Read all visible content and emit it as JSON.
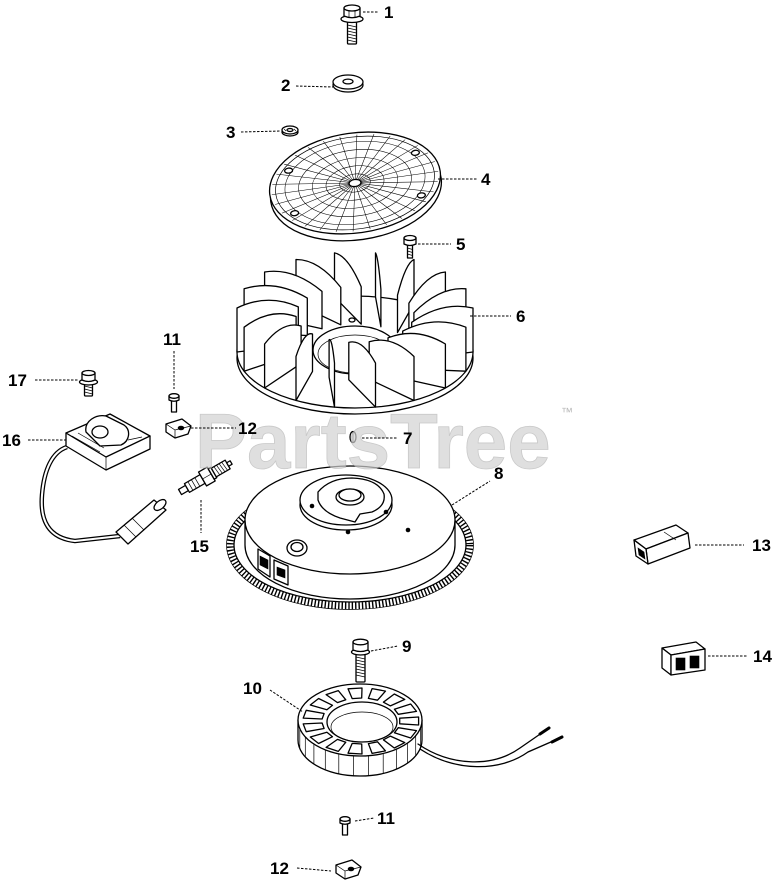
{
  "watermark": {
    "text": "PartsTree",
    "trademark": "™"
  },
  "callouts": [
    "1",
    "2",
    "3",
    "4",
    "5",
    "6",
    "11",
    "17",
    "12",
    "16",
    "7",
    "8",
    "15",
    "13",
    "9",
    "14",
    "10",
    "11",
    "12"
  ],
  "colors": {
    "line": "#000000",
    "background": "#ffffff",
    "watermark": "#d2d2d2"
  }
}
